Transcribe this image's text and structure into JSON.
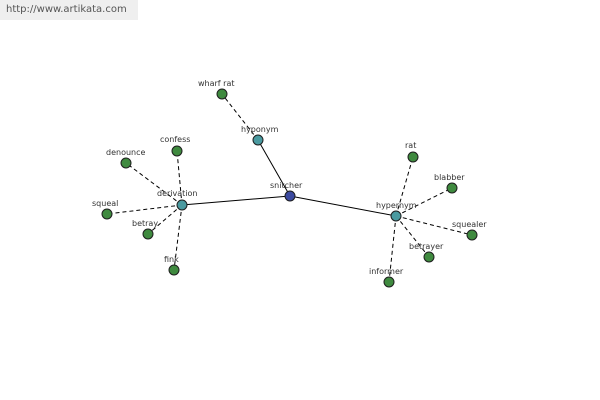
{
  "watermark": {
    "text": "http://www.artikata.com"
  },
  "colors": {
    "center": "#3b4aa0",
    "relation": "#4a9aa0",
    "leaf": "#3f8a3f",
    "edge": "#000000"
  },
  "nodes": {
    "center": {
      "label": "snitcher"
    },
    "hyponym": {
      "label": "hyponym"
    },
    "derivation": {
      "label": "derivation"
    },
    "hypernym": {
      "label": "hypernym"
    },
    "wharf_rat": {
      "label": "wharf rat"
    },
    "confess": {
      "label": "confess"
    },
    "denounce": {
      "label": "denounce"
    },
    "squeal": {
      "label": "squeal"
    },
    "betray": {
      "label": "betray"
    },
    "fink": {
      "label": "fink"
    },
    "rat": {
      "label": "rat"
    },
    "blabber": {
      "label": "blabber"
    },
    "squealer": {
      "label": "squealer"
    },
    "betrayer": {
      "label": "betrayer"
    },
    "informer": {
      "label": "informer"
    }
  }
}
